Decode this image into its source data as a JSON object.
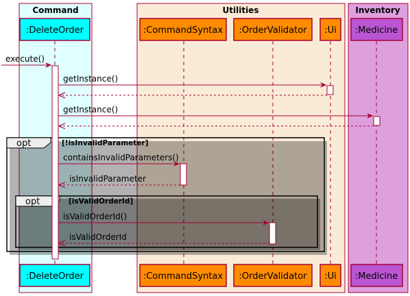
{
  "boxes": [
    {
      "title": "Command",
      "color": "#e0ffff"
    },
    {
      "title": "Utilities",
      "color": "#faebd7"
    },
    {
      "title": "Inventory",
      "color": "#dda0dd"
    }
  ],
  "participants": [
    {
      "label": ":DeleteOrder",
      "fill": "#00ffff"
    },
    {
      "label": ":CommandSyntax",
      "fill": "#ff8c00"
    },
    {
      "label": ":OrderValidator",
      "fill": "#ff8c00"
    },
    {
      "label": ":Ui",
      "fill": "#ff8c00"
    },
    {
      "label": ":Medicine",
      "fill": "#ba55d3"
    }
  ],
  "messages": [
    {
      "label": "execute()",
      "type": "sync"
    },
    {
      "label": "getInstance()",
      "type": "sync"
    },
    {
      "label": "",
      "type": "return"
    },
    {
      "label": "getInstance()",
      "type": "sync"
    },
    {
      "label": "",
      "type": "return"
    },
    {
      "label": "containsInvalidParameters()",
      "type": "sync"
    },
    {
      "label": "isInvalidParameter",
      "type": "return"
    },
    {
      "label": "isValidOrderId()",
      "type": "sync"
    },
    {
      "label": "isValidOrderId",
      "type": "return"
    }
  ],
  "fragments": [
    {
      "operator": "opt",
      "guard": "[!isInvalidParameter]"
    },
    {
      "operator": "opt",
      "guard": "[isValidOrderId]"
    }
  ],
  "colors": {
    "arrow": "#a80036",
    "lifeline": "#a80036",
    "frame_border": "#000000"
  }
}
